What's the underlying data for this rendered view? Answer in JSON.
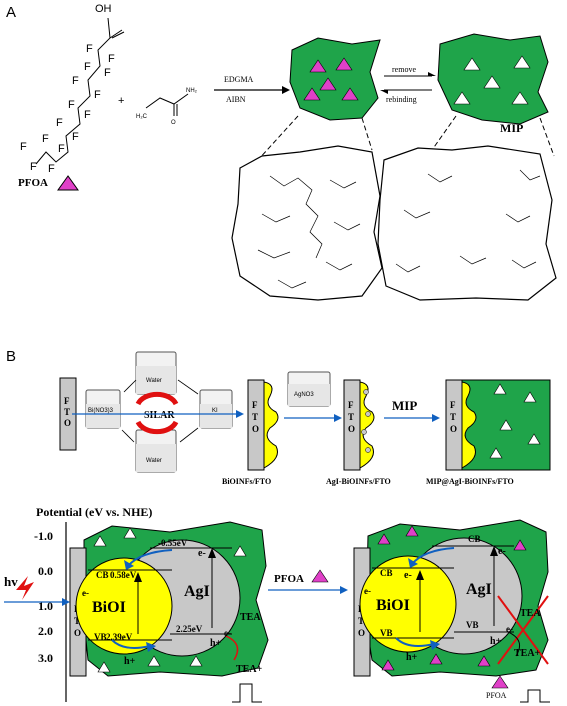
{
  "panel_a": {
    "label": "A",
    "pfoa_label": "PFOA",
    "oh_label": "OH",
    "plus": "+",
    "reagent_1": "EDGMA",
    "reagent_2": "AIBN",
    "remove_label": "remove",
    "rebinding_label": "rebinding",
    "mip_label": "MIP"
  },
  "panel_b": {
    "label": "B",
    "fto": "F T O",
    "beaker_left": "Bi(NO3)3",
    "beaker_top": "Water",
    "beaker_right": "KI",
    "beaker_bottom": "Water",
    "silar": "SILAR",
    "agno3": "AgNO3",
    "mip_arrow": "MIP",
    "cap_1": "BiOINFs/FTO",
    "cap_2": "AgI-BiOINFs/FTO",
    "cap_3": "MIP@AgI-BiOINFs/FTO",
    "potential_title": "Potential (eV vs. NHE)",
    "ticks": [
      "-1.0",
      "0.0",
      "1.0",
      "2.0",
      "3.0"
    ],
    "hv": "hv",
    "e_minus": "e-",
    "h_plus": "h+",
    "cb": "CB",
    "vb": "VB",
    "v_agi_cb": "-0.55eV",
    "v_bioi_cb": "0.58eV",
    "v_bioi_vb": "2.39eV",
    "v_agi_vb": "2.25eV",
    "bioi": "BiOI",
    "agi": "AgI",
    "tea": "TEA",
    "tea_plus": "TEA+",
    "pfoa_arrow": "PFOA",
    "pfoa_legend": "PFOA"
  },
  "colors": {
    "green": "#1fa44a",
    "magenta": "#e040c8",
    "yellow": "#ffff00",
    "gray": "#c8c8c8",
    "blue": "#1060c0",
    "red": "#e01010"
  }
}
